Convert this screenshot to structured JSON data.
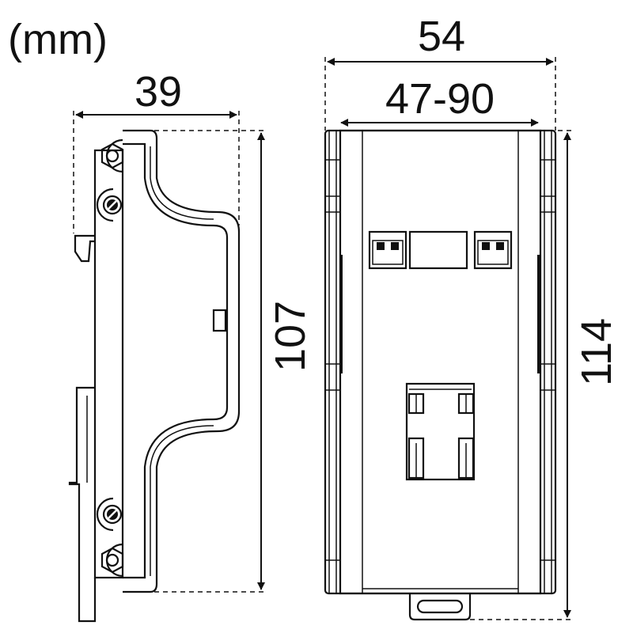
{
  "unit_label": "(mm)",
  "side_view": {
    "width_label": "39",
    "height_label": "107"
  },
  "front_view": {
    "outer_width_label": "54",
    "rail_range_label": "47-90",
    "height_label": "114"
  },
  "colors": {
    "line": "#111111",
    "background": "#ffffff"
  }
}
